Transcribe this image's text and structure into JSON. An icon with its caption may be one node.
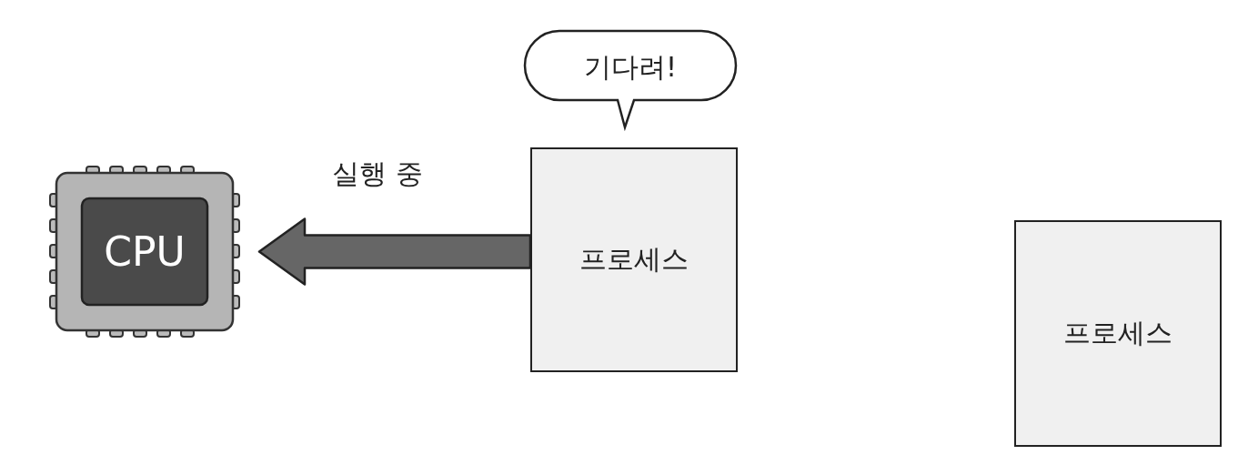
{
  "diagram": {
    "nodes": [
      {
        "text": [
          "CPU"
        ]
      },
      {
        "text": [
          "기다려!"
        ]
      },
      {
        "text": [
          "프로세스"
        ]
      },
      {
        "text": [
          "프로세스"
        ]
      }
    ],
    "edges": [
      {
        "from": 2,
        "to": 0,
        "arrow": "to",
        "label": "실행 중",
        "style": "thick",
        "color": "#666666"
      }
    ]
  }
}
